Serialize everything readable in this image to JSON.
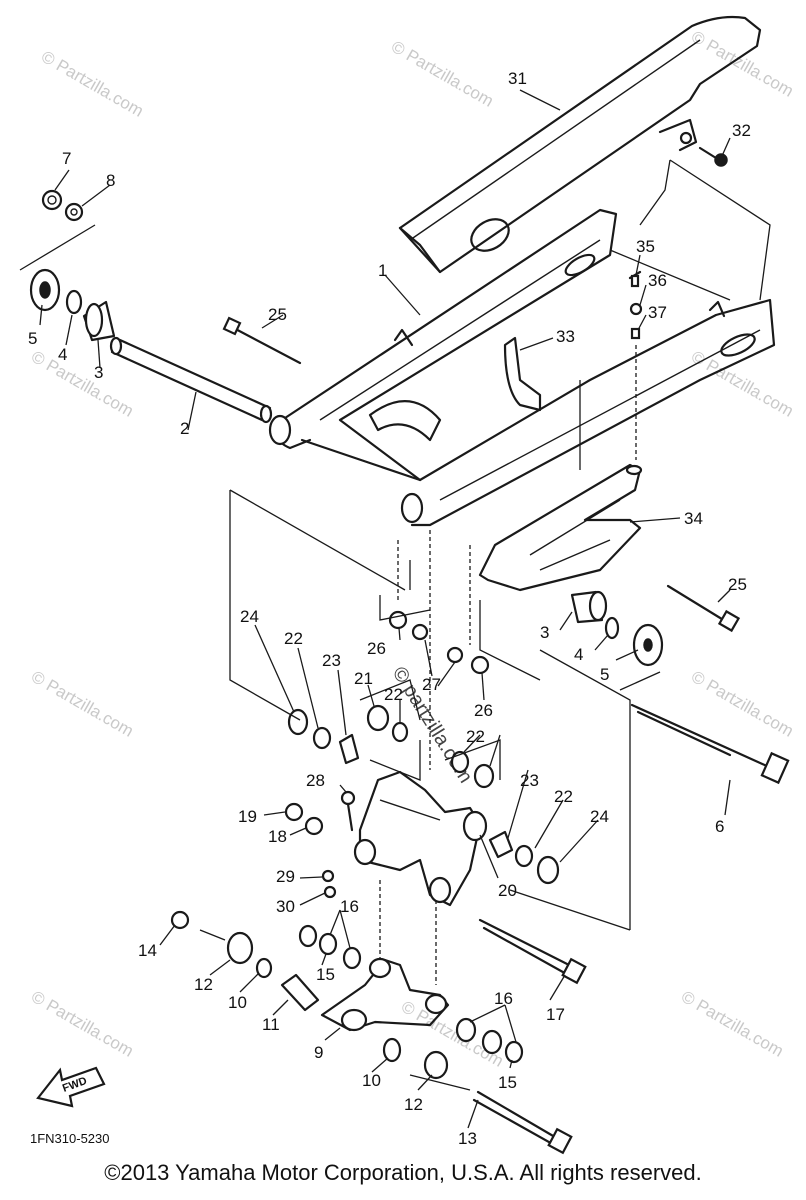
{
  "watermark_text": "© Partzilla.com",
  "watermark_center_text": "© partzilla.com",
  "part_labels": [
    "1",
    "2",
    "3",
    "3",
    "4",
    "4",
    "5",
    "5",
    "6",
    "7",
    "8",
    "9",
    "10",
    "10",
    "11",
    "12",
    "12",
    "13",
    "14",
    "15",
    "15",
    "16",
    "16",
    "17",
    "18",
    "19",
    "20",
    "21",
    "22",
    "22",
    "22",
    "22",
    "23",
    "23",
    "24",
    "24",
    "25",
    "25",
    "26",
    "26",
    "27",
    "28",
    "29",
    "30",
    "31",
    "32",
    "33",
    "34",
    "35",
    "36",
    "37"
  ],
  "direction_arrow_label": "FWD",
  "diagram_code": "1FN310-5230",
  "copyright": "©2013 Yamaha Motor Corporation, U.S.A. All rights reserved."
}
